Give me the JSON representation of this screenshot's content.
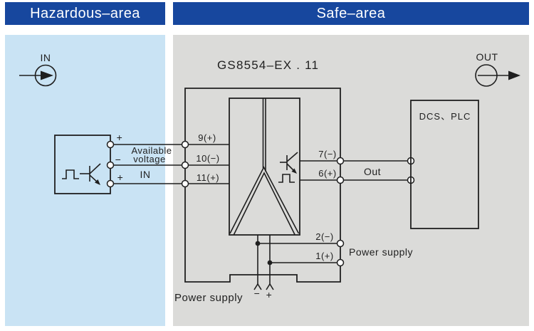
{
  "colors": {
    "header_bg": "#17479e",
    "header_text": "#ffffff",
    "hazardous_panel_bg": "#c9e3f4",
    "safe_panel_bg": "#dbdbd9",
    "line": "#1f1f1f"
  },
  "headers": {
    "hazardous": "Hazardous–area",
    "safe": "Safe–area"
  },
  "device": {
    "title": "GS8554–EX . 11"
  },
  "input_symbol": {
    "label": "IN"
  },
  "output_symbol": {
    "label": "OUT"
  },
  "sensor": {
    "plus_top": "+",
    "available_line1": "Available",
    "available_line2": "voltage",
    "minus": "−",
    "plus_bottom": "+",
    "in_label": "IN"
  },
  "isolator": {
    "terminals_left": [
      "9(+)",
      "10(−)",
      "11(+)"
    ],
    "terminals_right": [
      "7(−)",
      "6(+)"
    ],
    "terminals_power": [
      "2(−)",
      "1(+)"
    ],
    "power_supply_right": "Power supply",
    "power_supply_bottom": "Power supply",
    "bottom_minus": "−",
    "bottom_plus": "+"
  },
  "dcs": {
    "label": "DCS、PLC",
    "out_label": "Out"
  }
}
